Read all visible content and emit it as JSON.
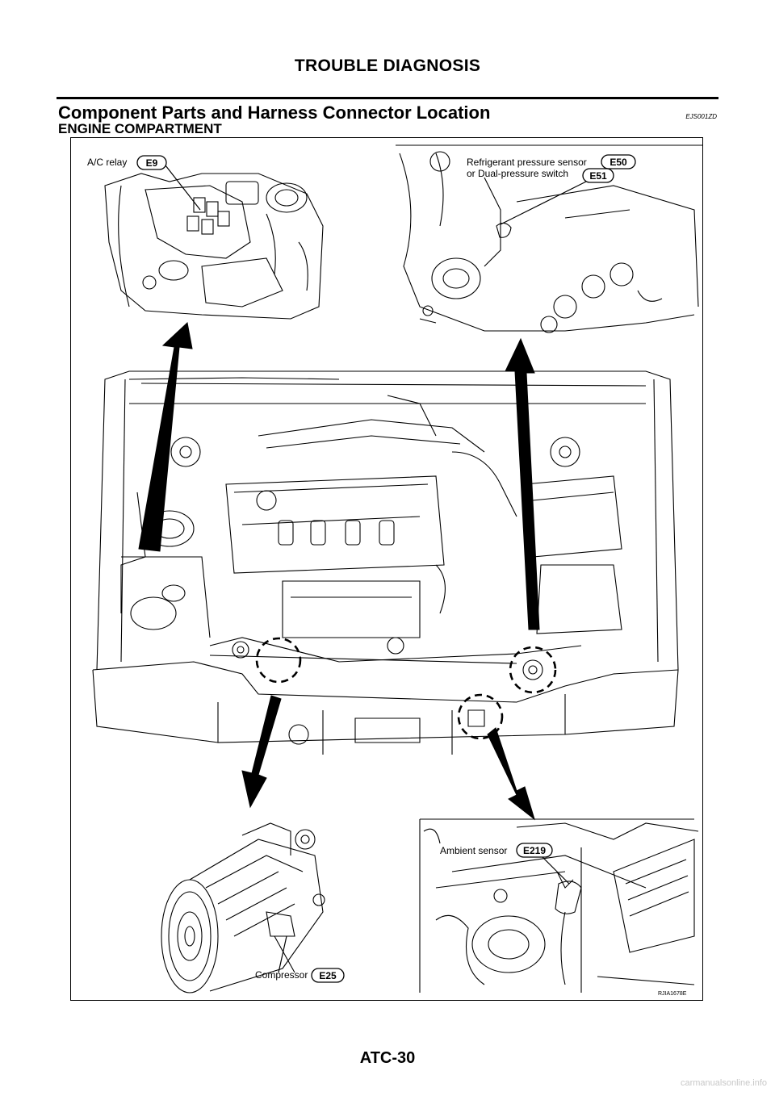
{
  "page": {
    "header": "TROUBLE DIAGNOSIS",
    "section_title": "Component Parts and Harness Connector Location",
    "section_code": "EJS001ZD",
    "subsection": "ENGINE COMPARTMENT",
    "footer": "ATC-30",
    "watermark": "carmanualsonline.info"
  },
  "figure": {
    "reference": "RJIA1678E",
    "callouts": {
      "ac_relay": {
        "label": "A/C relay",
        "connector": "E9"
      },
      "refrigerant_sensor": {
        "label": "Refrigerant pressure sensor",
        "connector": "E50"
      },
      "dual_pressure_switch": {
        "label": "or Dual-pressure switch",
        "connector": "E51"
      },
      "ambient_sensor": {
        "label": "Ambient sensor",
        "connector": "E219"
      },
      "compressor": {
        "label": "Compressor",
        "connector": "E25"
      }
    }
  }
}
